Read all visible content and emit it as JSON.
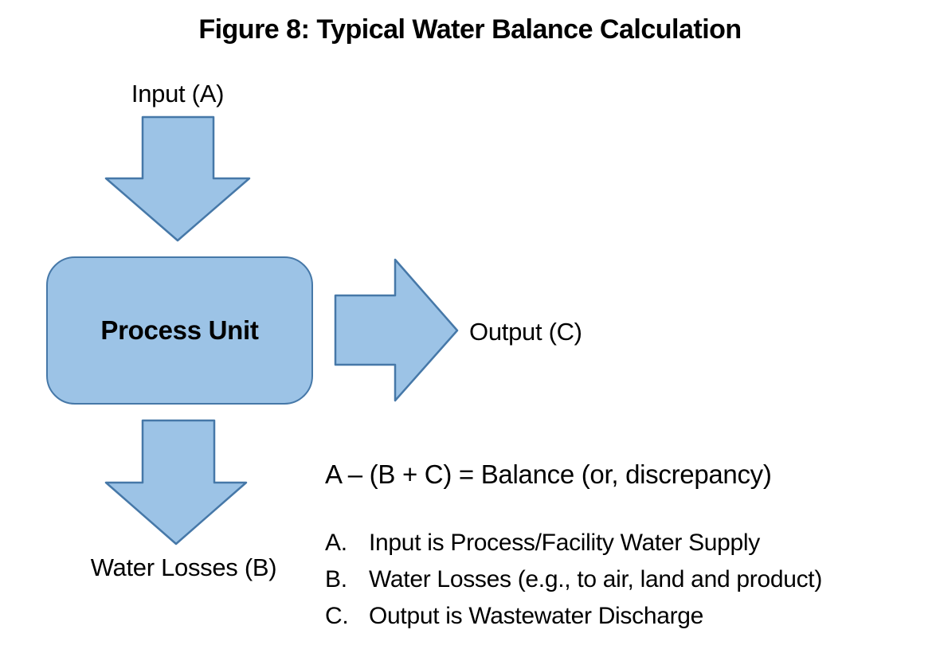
{
  "title": "Figure 8: Typical Water Balance Calculation",
  "diagram": {
    "input_label": "Input (A)",
    "process_label": "Process Unit",
    "output_label": "Output (C)",
    "losses_label": "Water Losses (B)"
  },
  "formula": "A – (B + C) = Balance (or, discrepancy)",
  "legend": {
    "items": [
      {
        "label": "A.",
        "text": "Input is Process/Facility Water Supply"
      },
      {
        "label": "B.",
        "text": "Water Losses (e.g., to air, land and product)"
      },
      {
        "label": "C.",
        "text": "Output is Wastewater Discharge"
      }
    ]
  },
  "colors": {
    "shape_fill": "#9CC3E6",
    "shape_border": "#4678A8",
    "text": "#000000",
    "background": "#FFFFFF"
  }
}
